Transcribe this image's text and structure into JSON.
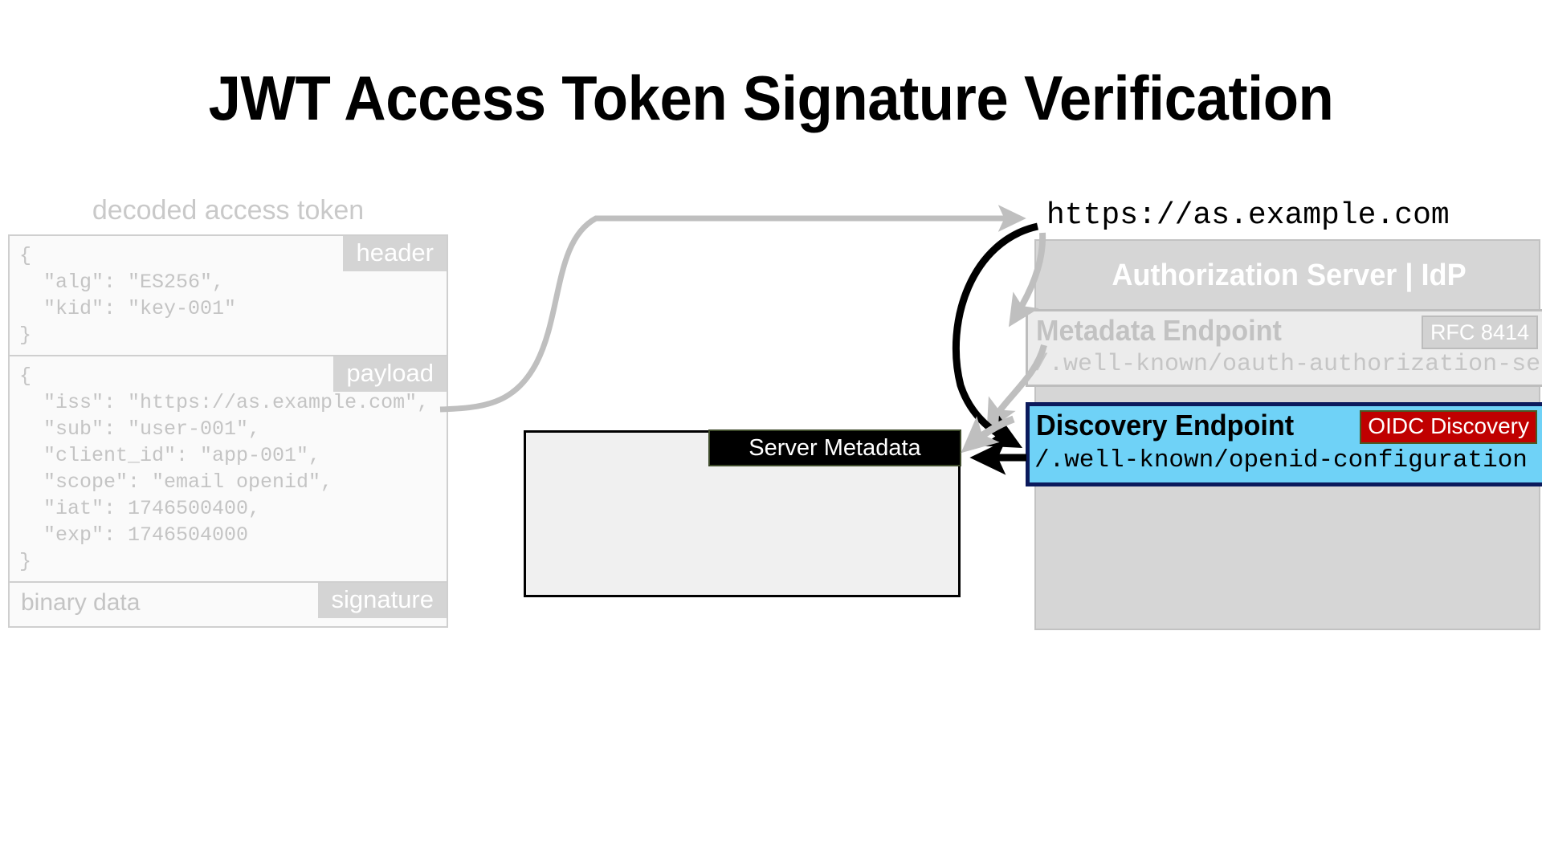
{
  "page": {
    "title": "JWT Access Token Signature Verification",
    "background": "#ffffff"
  },
  "token_panel": {
    "caption": "decoded access token",
    "sections": [
      {
        "chip_label": "header",
        "code": "{\n  \"alg\": \"ES256\",\n  \"kid\": \"key-001\"\n}"
      },
      {
        "chip_label": "payload",
        "code": "{\n  \"iss\": \"https://as.example.com\",\n  \"sub\": \"user-001\",\n  \"client_id\": \"app-001\",\n  \"scope\": \"email openid\",\n  \"iat\": 1746500400,\n  \"exp\": 1746504000\n}"
      }
    ],
    "signature": {
      "chip_label": "signature",
      "body_label": "binary data"
    }
  },
  "server_metadata": {
    "tab_label": "Server Metadata",
    "body_text": ""
  },
  "issuer": {
    "url": "https://as.example.com"
  },
  "auth_server": {
    "title": "Authorization Server | IdP",
    "metadata_endpoint": {
      "title": "Metadata Endpoint",
      "badge": "RFC 8414",
      "path": "/.well-known/oauth-authorization-server"
    },
    "discovery_endpoint": {
      "title": "Discovery Endpoint",
      "badge": "OIDC Discovery",
      "path": "/.well-known/openid-configuration"
    }
  },
  "colors": {
    "faded_gray": "#c4c4c4",
    "panel_gray": "#d6d6d6",
    "discovery_blue": "#6fd2f7",
    "discovery_border_navy": "#0b1a5c",
    "oidc_badge_red": "#c00000",
    "oidc_badge_border": "#4a5a24",
    "arrow_gray": "#bfbfbf",
    "arrow_black": "#000000",
    "metadata_tab_black": "#000000",
    "metadata_tab_border": "#3d4a2a"
  },
  "arrows": [
    {
      "name": "iss-to-issuer-url",
      "from": "payload-iss-value",
      "to": "issuer-url",
      "color": "#bfbfbf"
    },
    {
      "name": "issuer-to-metadata-endpoint",
      "from": "issuer-url",
      "to": "metadata-endpoint",
      "color": "#bfbfbf"
    },
    {
      "name": "issuer-to-discovery-endpoint-gray",
      "from": "issuer-url",
      "to": "discovery-endpoint",
      "color": "#bfbfbf"
    },
    {
      "name": "issuer-to-discovery-endpoint-black",
      "from": "issuer-url",
      "to": "discovery-endpoint",
      "color": "#000000"
    },
    {
      "name": "metadata-endpoint-to-server-metadata",
      "from": "metadata-endpoint",
      "to": "server-metadata-tab",
      "color": "#bfbfbf"
    },
    {
      "name": "discovery-endpoint-to-server-metadata",
      "from": "discovery-endpoint",
      "to": "server-metadata-tab",
      "color": "#000000"
    }
  ]
}
